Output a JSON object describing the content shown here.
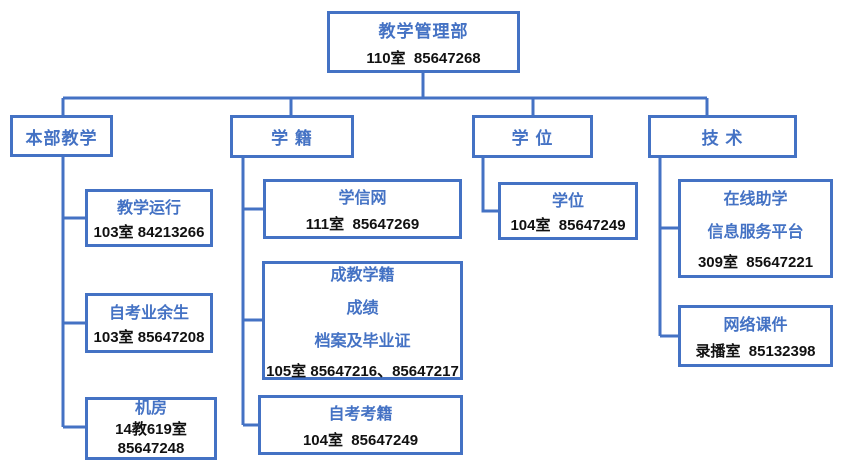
{
  "colors": {
    "accent": "#4472C4",
    "text": "#111111",
    "background": "#ffffff"
  },
  "org": {
    "root": {
      "title": "教学管理部",
      "contact": "110室  85647268"
    },
    "branches": [
      {
        "label": "本部教学",
        "children": [
          {
            "titles": [
              "教学运行"
            ],
            "contacts": [
              "103室 84213266"
            ]
          },
          {
            "titles": [
              "自考业余生"
            ],
            "contacts": [
              "103室 85647208"
            ]
          },
          {
            "titles": [
              "机房"
            ],
            "contacts": [
              "14教619室",
              "85647248"
            ]
          }
        ]
      },
      {
        "label": "学 籍",
        "children": [
          {
            "titles": [
              "学信网"
            ],
            "contacts": [
              "111室  85647269"
            ]
          },
          {
            "titles": [
              "成教学籍",
              "成绩",
              "档案及毕业证"
            ],
            "contacts": [
              "105室 85647216、85647217"
            ]
          },
          {
            "titles": [
              "自考考籍"
            ],
            "contacts": [
              "104室  85647249"
            ]
          }
        ]
      },
      {
        "label": "学 位",
        "children": [
          {
            "titles": [
              "学位"
            ],
            "contacts": [
              "104室  85647249"
            ]
          }
        ]
      },
      {
        "label": "技 术",
        "children": [
          {
            "titles": [
              "在线助学",
              "信息服务平台"
            ],
            "contacts": [
              "309室  85647221"
            ]
          },
          {
            "titles": [
              "网络课件"
            ],
            "contacts": [
              "录播室  85132398"
            ]
          }
        ]
      }
    ]
  }
}
